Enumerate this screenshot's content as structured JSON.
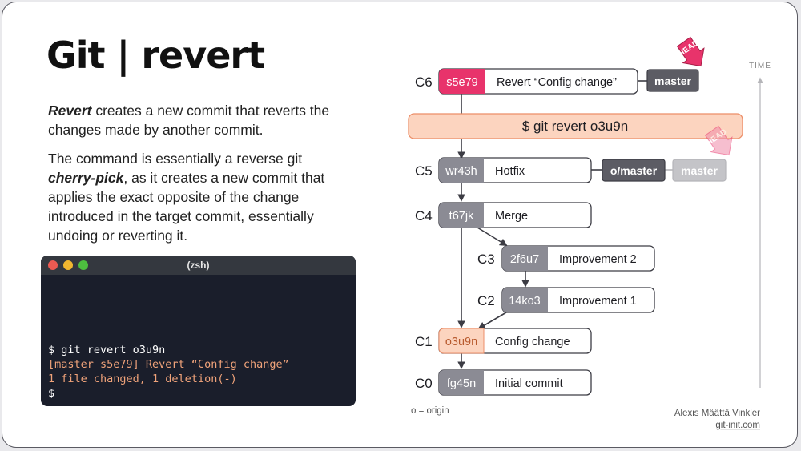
{
  "title": "Git | revert",
  "para1_bold": "Revert",
  "para1_rest": " creates a new commit that reverts the changes made by another commit.",
  "para2_a": "The command is essentially a reverse git ",
  "para2_bold": "cherry-pick",
  "para2_b": ", as it creates a new commit that applies the exact opposite of the change introduced in the target commit, essentially undoing or reverting it.",
  "terminal": {
    "title": "(zsh)",
    "lines": [
      "$ git revert o3u9n",
      "[master s5e79] Revert “Config change”",
      "1 file changed, 1 deletion(-)",
      "$"
    ]
  },
  "command": "$ git revert o3u9n",
  "commits": {
    "c6": {
      "label": "C6",
      "hash": "s5e79",
      "msg": "Revert “Config change”"
    },
    "c5": {
      "label": "C5",
      "hash": "wr43h",
      "msg": "Hotfix"
    },
    "c4": {
      "label": "C4",
      "hash": "t67jk",
      "msg": "Merge"
    },
    "c3": {
      "label": "C3",
      "hash": "2f6u7",
      "msg": "Improvement 2"
    },
    "c2": {
      "label": "C2",
      "hash": "14ko3",
      "msg": "Improvement 1"
    },
    "c1": {
      "label": "C1",
      "hash": "o3u9n",
      "msg": "Config change"
    },
    "c0": {
      "label": "C0",
      "hash": "fg45n",
      "msg": "Initial commit"
    }
  },
  "refs": {
    "master_new": "master",
    "origin_master": "o/master",
    "master_old": "master",
    "head_new": "HEAD",
    "head_old": "HEAD"
  },
  "time_label": "TIME",
  "legend": "o = origin",
  "author": "Alexis Määttä Vinkler",
  "site": "git-init.com",
  "colors": {
    "accent_pink": "#e8336b",
    "hash_gray": "#8b8b94",
    "ref_dark": "#5c5c64",
    "ref_faded": "#c4c4c8",
    "command_fill": "#fcd4bf",
    "command_stroke": "#ec8e68",
    "target_commit": "#fcd4bf",
    "terminal_bg": "#1a1e2b",
    "terminal_orange": "#f0a37a"
  }
}
